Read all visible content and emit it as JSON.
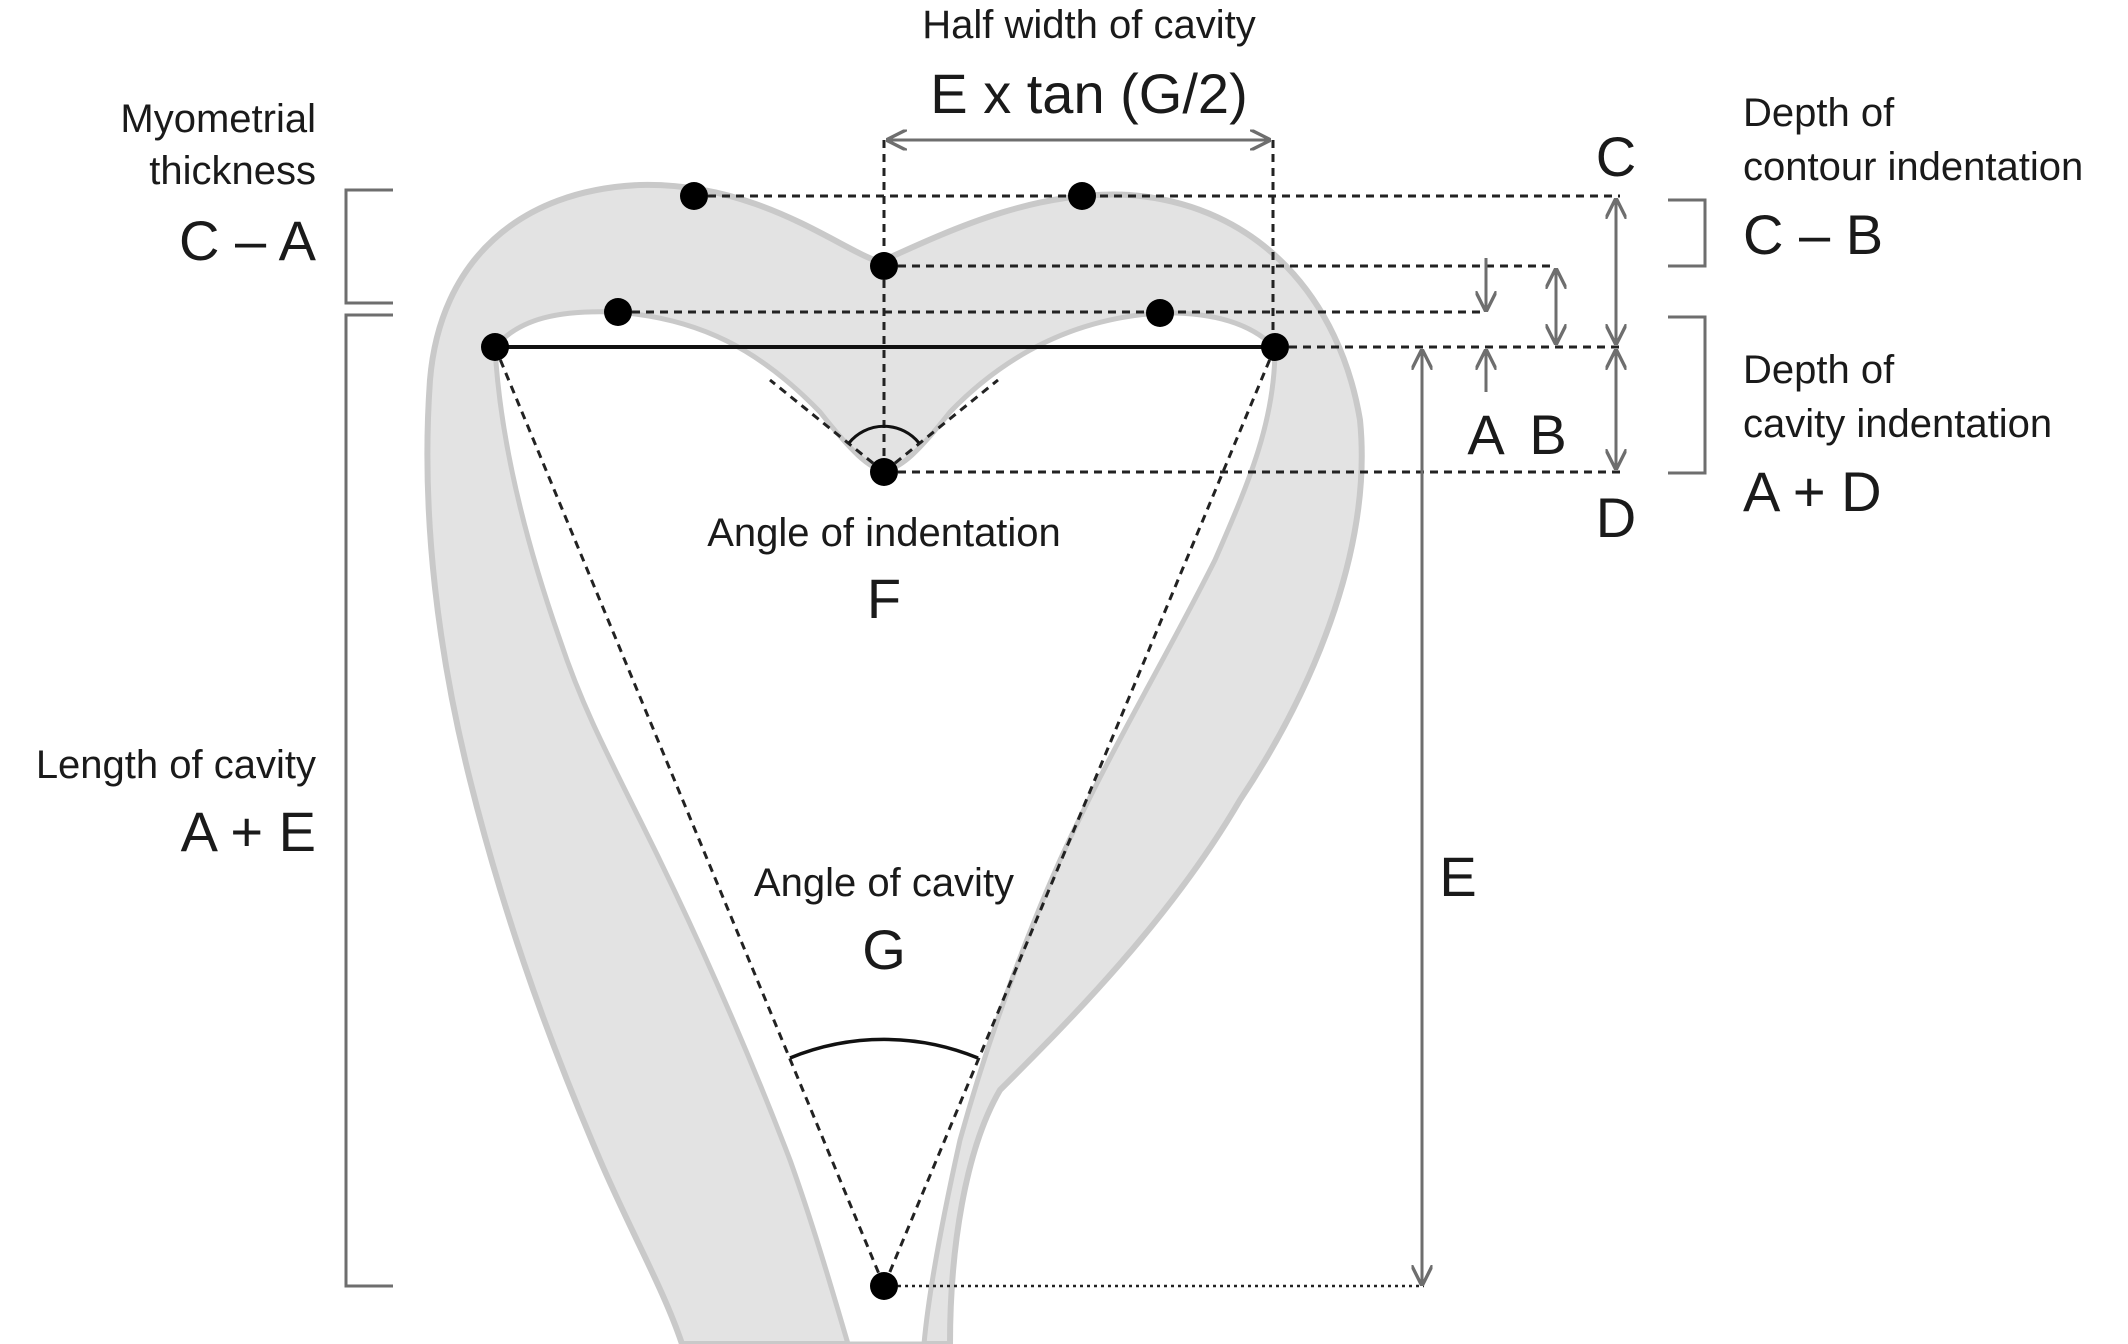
{
  "labels": {
    "half_width_title": "Half width of cavity",
    "half_width_formula": "E x tan (G/2)",
    "myometrial_title_1": "Myometrial",
    "myometrial_title_2": "thickness",
    "myometrial_formula": "C – A",
    "contour_title_1": "Depth of",
    "contour_title_2": "contour indentation",
    "contour_formula": "C – B",
    "cavity_indent_title_1": "Depth of",
    "cavity_indent_title_2": "cavity indentation",
    "cavity_indent_formula": "A + D",
    "length_title": "Length of cavity",
    "length_formula": "A + E",
    "angle_indent_title": "Angle of indentation",
    "angle_indent_letter": "F",
    "angle_cavity_title": "Angle of cavity",
    "angle_cavity_letter": "G",
    "letter_a": "A",
    "letter_b": "B",
    "letter_c": "C",
    "letter_d": "D",
    "letter_e": "E"
  },
  "colors": {
    "uterus_fill": "#e3e3e3",
    "uterus_edge": "#c9c9c9",
    "line": "#222222",
    "arrow": "#6e6e6e",
    "background": "#ffffff"
  }
}
